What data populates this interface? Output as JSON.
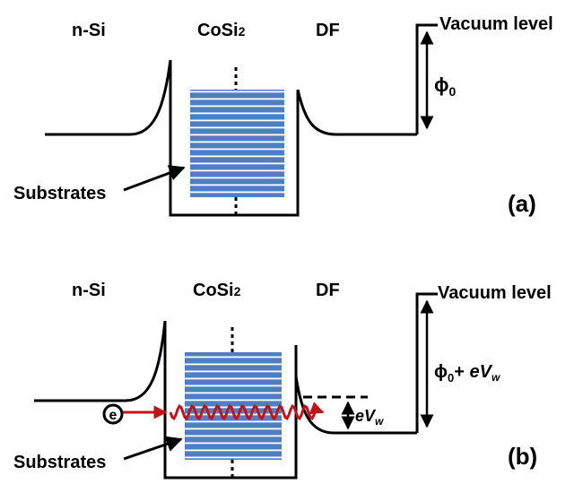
{
  "panel_a": {
    "label_nsi": "n-Si",
    "label_cosi_main": "CoSi",
    "label_cosi_sub": "2",
    "label_df": "DF",
    "label_vacuum": "Vacuum level",
    "label_phi_symbol": "ϕ",
    "label_phi_sub": "0",
    "label_substrates": "Substrates",
    "panel_tag": "(a)"
  },
  "panel_b": {
    "label_nsi": "n-Si",
    "label_cosi_main": "CoSi",
    "label_cosi_sub": "2",
    "label_df": "DF",
    "label_vacuum": "Vacuum level",
    "label_phi_symbol": "ϕ",
    "label_phi_sub": "0",
    "label_phi_plus": "+ ",
    "label_ev_e": "eV",
    "label_ev_sub": "w",
    "label_electron": "e",
    "label_substrates": "Substrates",
    "panel_tag": "(b)"
  },
  "colors": {
    "substrate_fill": "#4f7fc1",
    "substrate_stripe": "#ffffff",
    "electron_path": "#c0141a",
    "line": "#000000"
  }
}
